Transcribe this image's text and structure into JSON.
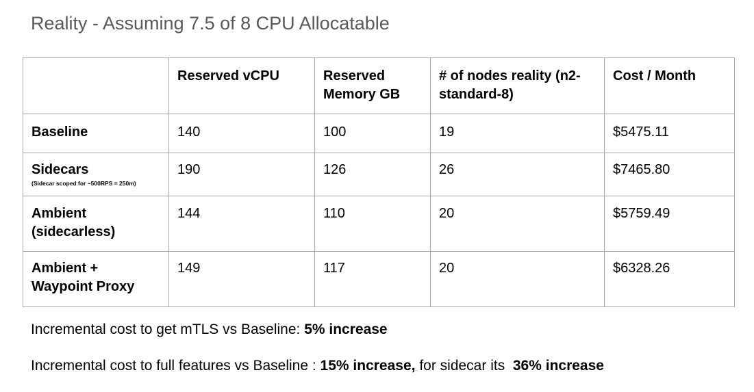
{
  "title": "Reality - Assuming 7.5 of 8 CPU Allocatable",
  "table": {
    "headers": [
      "",
      "Reserved vCPU",
      "Reserved Memory GB",
      "# of nodes reality (n2-standard-8)",
      "Cost / Month"
    ],
    "rows": [
      {
        "label": "Baseline",
        "note": "",
        "vcpu": "140",
        "memory": "100",
        "nodes": "19",
        "cost": "$5475.11"
      },
      {
        "label": "Sidecars",
        "note": "(Sidecar scoped for ~500RPS = 250m)",
        "vcpu": "190",
        "memory": "126",
        "nodes": "26",
        "cost": "$7465.80"
      },
      {
        "label": "Ambient (sidecarless)",
        "note": "",
        "vcpu": "144",
        "memory": "110",
        "nodes": "20",
        "cost": "$5759.49"
      },
      {
        "label": "Ambient + Waypoint Proxy",
        "note": "",
        "vcpu": "149",
        "memory": "117",
        "nodes": "20",
        "cost": "$6328.26"
      }
    ]
  },
  "footer": {
    "line1_prefix": "Incremental cost to get mTLS vs Baseline: ",
    "line1_bold": "5% increase",
    "line2_prefix": "Incremental cost to full features vs Baseline : ",
    "line2_bold1": "15% increase,",
    "line2_mid": " for sidecar its  ",
    "line2_bold2": "36% increase"
  }
}
